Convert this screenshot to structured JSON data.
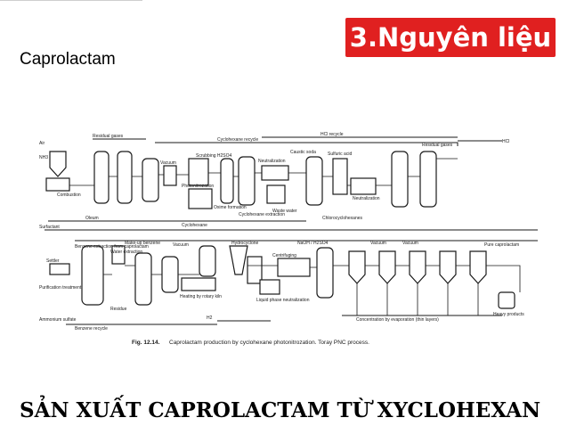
{
  "slide": {
    "title": "3.Nguyên liệu",
    "subtitle": "Caprolactam",
    "footer": "SẢN XUẤT CAPROLACTAM TỪ XYCLOHEXAN"
  },
  "colors": {
    "title_bg": "#e02020",
    "title_text": "#ffffff",
    "ink": "#1a1a1a"
  },
  "diagram": {
    "figure_label": "Fig. 12.14.",
    "caption": "Caprolactam production by cyclohexane photonitrozation. Toray PNC process.",
    "labels": {
      "air": "Air",
      "nh3": "NH3",
      "combustion": "Combustion",
      "residual_gases": "Residual gases",
      "cyclohexane_recycle": "Cyclohexane recycle",
      "hcl_recycle": "HCl recycle",
      "residual_gases_2": "Residual gases",
      "hcl": "HCl",
      "vacuum": "Vacuum",
      "scrubbing": "Scrubbing H2SO4",
      "photonitrozation": "Photonitrozation",
      "oxime_formation": "Oxime formation",
      "caustic_soda": "Caustic soda",
      "neutralization_1": "Neutralization",
      "cyclohexane_extraction": "Cyclohexane extraction",
      "waste_water": "Waste water",
      "sulfuric_acid": "Sulfuric acid",
      "neutralization_2": "Neutralization",
      "chlorocyclohexanes": "Chlorocyclohexanes",
      "cyclohexane": "Cyclohexane",
      "oleum": "Oleum",
      "surfactant": "Surfactant",
      "benzene_extraction": "Benzene extraction from caprolactam",
      "makeup_benzene": "Make-up benzene",
      "water_extraction": "Water extraction",
      "vacuum_2": "Vacuum",
      "hydrocyclone": "Hydrocyclone",
      "naoh_h2so4": "NaOH / H2SO4",
      "vacuum_3": "Vacuum",
      "vacuum_4": "Vacuum",
      "pure_caprolactam": "Pure caprolactam",
      "settler": "Settler",
      "purification_treatment": "Purification treatment",
      "residue": "Residue",
      "heating_rotary_kiln": "Heating by rotary kiln",
      "centrifuging": "Centrifuging",
      "liquid_phase_neutralization": "Liquid phase neutralization",
      "h2": "H2",
      "ammonium_sulfate": "Ammonium sulfate",
      "benzene_recycle": "Benzene recycle",
      "concentration": "Concentration by evaporation (thin layers)",
      "heavy_products": "Heavy products"
    }
  }
}
